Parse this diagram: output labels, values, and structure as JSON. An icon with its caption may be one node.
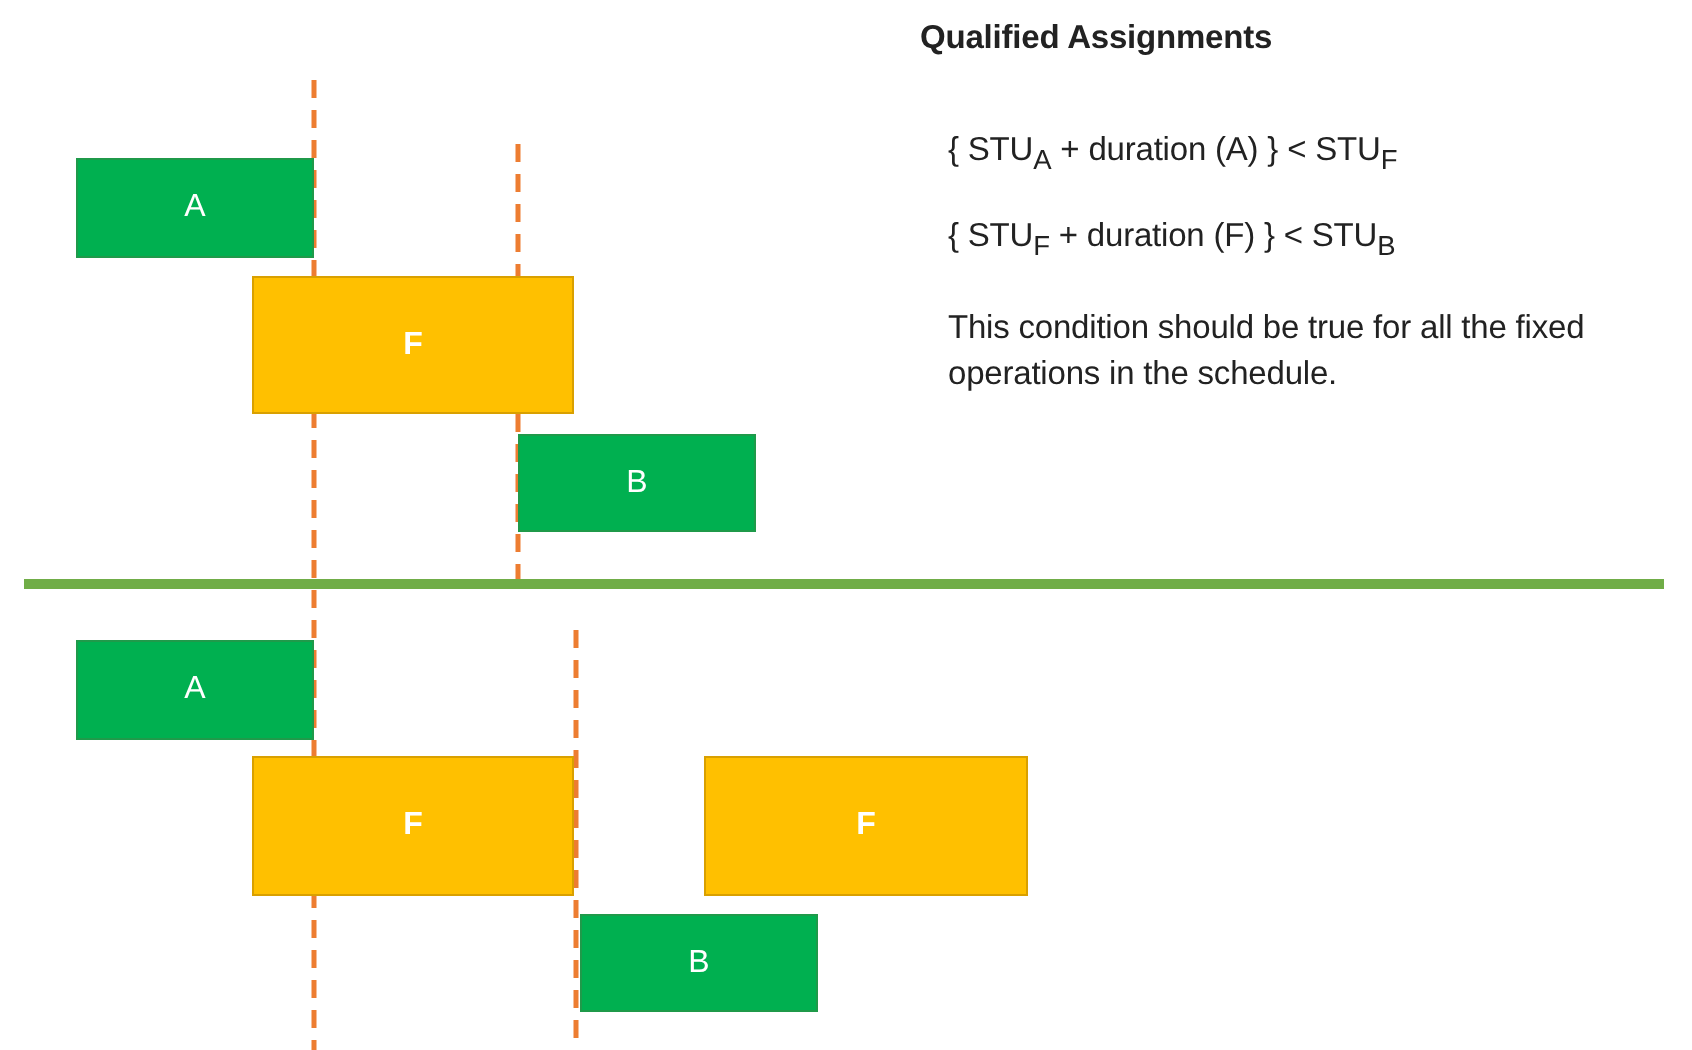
{
  "diagram": {
    "title": "Qualified Assignments",
    "nodes": [
      {
        "text": [
          "A"
        ]
      },
      {
        "text": [
          "F"
        ]
      },
      {
        "text": [
          "B"
        ]
      },
      {
        "text": [
          "A"
        ]
      },
      {
        "text": [
          "F"
        ]
      },
      {
        "text": [
          "F"
        ]
      },
      {
        "text": [
          "B"
        ]
      }
    ],
    "labels": [
      "{ STU$_{A}$ + duration (A) } < STU$_{F}$",
      "{ STU$_{F}$ + duration (F) } < STU$_{B}$",
      "This condition should be true for all the fixed operations in the schedule."
    ]
  }
}
